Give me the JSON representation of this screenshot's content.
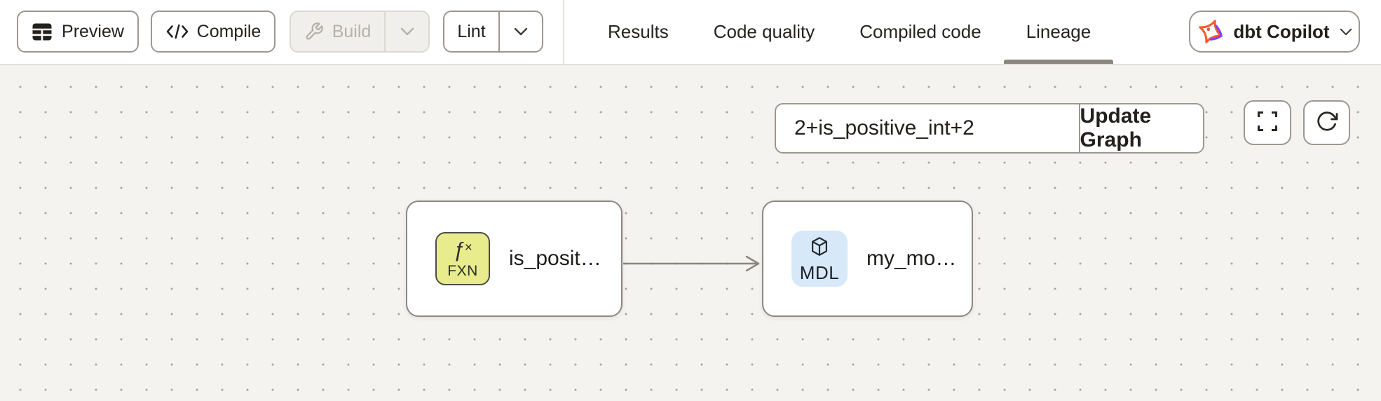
{
  "toolbar": {
    "preview_label": "Preview",
    "compile_label": "Compile",
    "build_label": "Build",
    "lint_label": "Lint"
  },
  "tabs": {
    "results": "Results",
    "code_quality": "Code quality",
    "compiled_code": "Compiled code",
    "lineage": "Lineage",
    "active_tab": "Lineage"
  },
  "copilot": {
    "label": "dbt Copilot"
  },
  "lineage_panel": {
    "selector_value": "2+is_positive_int+2",
    "update_graph_label": "Update Graph",
    "nodes": {
      "fxn": {
        "glyph_f": "ƒ",
        "glyph_x": "×",
        "badge": "FXN",
        "label": "is_posit…",
        "badge_bg": "#e8ec8c"
      },
      "mdl": {
        "badge": "MDL",
        "label": "my_mo…",
        "badge_bg": "#d7e8f9"
      }
    },
    "edge": {
      "from": "is_posit…",
      "to": "my_mo…",
      "color": "#8a8580"
    }
  },
  "colors": {
    "canvas_bg": "#f5f3f0",
    "active_tab_underline": "#8a847d",
    "copilot_orange": "#ef5c2e",
    "copilot_purple": "#8340f5",
    "disabled_button_bg": "#f1efec",
    "disabled_button_text": "#b5b1ab"
  }
}
